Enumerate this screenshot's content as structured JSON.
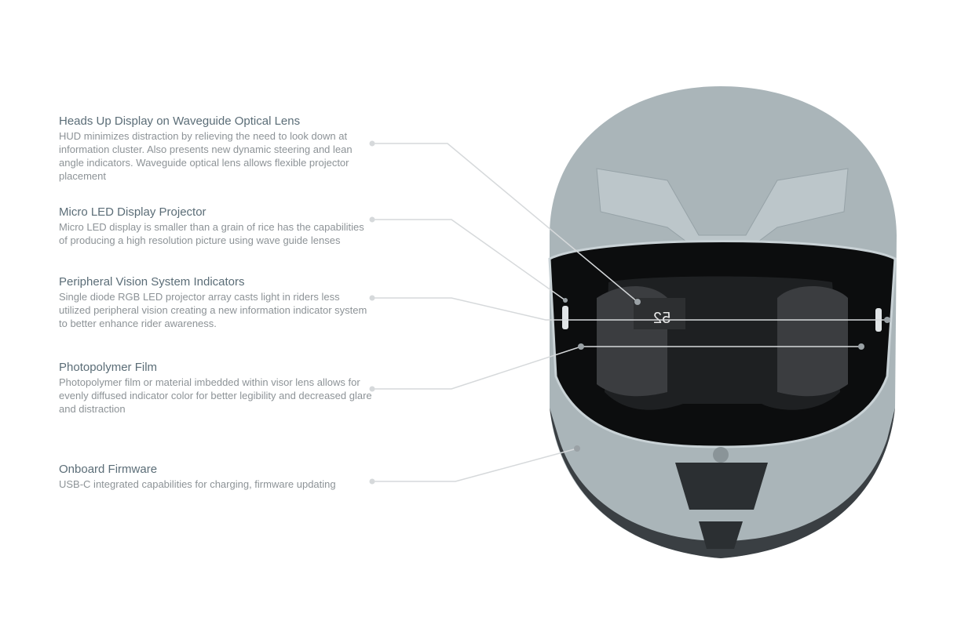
{
  "features": [
    {
      "title": "Heads Up Display on Waveguide Optical Lens",
      "description": "HUD minimizes distraction by relieving the need to look down at information cluster. Also presents new dynamic steering and lean angle indicators. Waveguide optical lens allows flexible projector placement"
    },
    {
      "title": "Micro LED Display Projector",
      "description": "Micro LED display is smaller than a grain of rice has the capabilities of producing a high resolution picture using wave guide lenses"
    },
    {
      "title": "Peripheral Vision System Indicators",
      "description": "Single diode RGB LED projector array casts light in riders less utilized peripheral vision creating a new information indicator system to better enhance rider awareness."
    },
    {
      "title": "Photopolymer Film",
      "description": "Photopolymer film or material imbedded within visor lens allows for evenly diffused indicator color for better legibility and decreased glare and distraction"
    },
    {
      "title": "Onboard Firmware",
      "description": "USB-C integrated capabilities for charging, firmware updating"
    }
  ],
  "hud": {
    "speed": "52"
  },
  "colors": {
    "title": "#5b6d77",
    "body": "#8d9397",
    "shell": "#aab5b9",
    "leader": "#d6d9db"
  }
}
